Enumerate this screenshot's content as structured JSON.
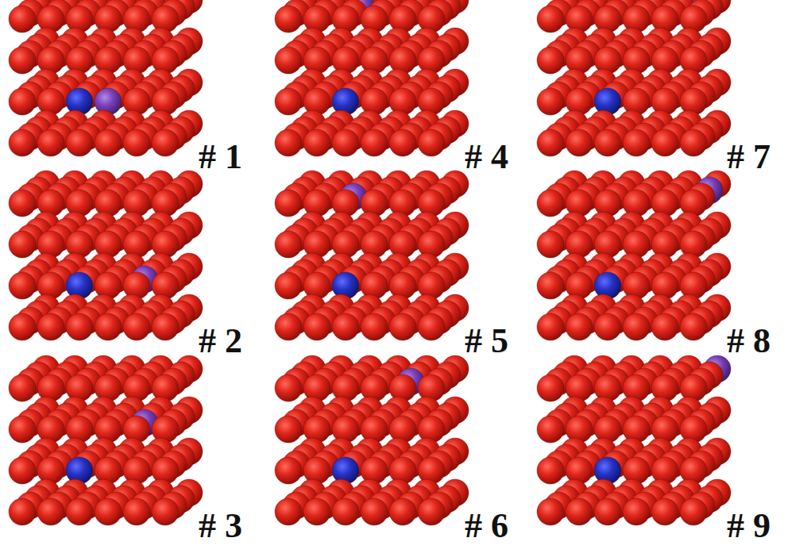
{
  "diagram": {
    "labels": [
      "# 1",
      "# 4",
      "# 7",
      "# 2",
      "# 5",
      "# 8",
      "# 3",
      "# 6",
      "# 9"
    ]
  }
}
